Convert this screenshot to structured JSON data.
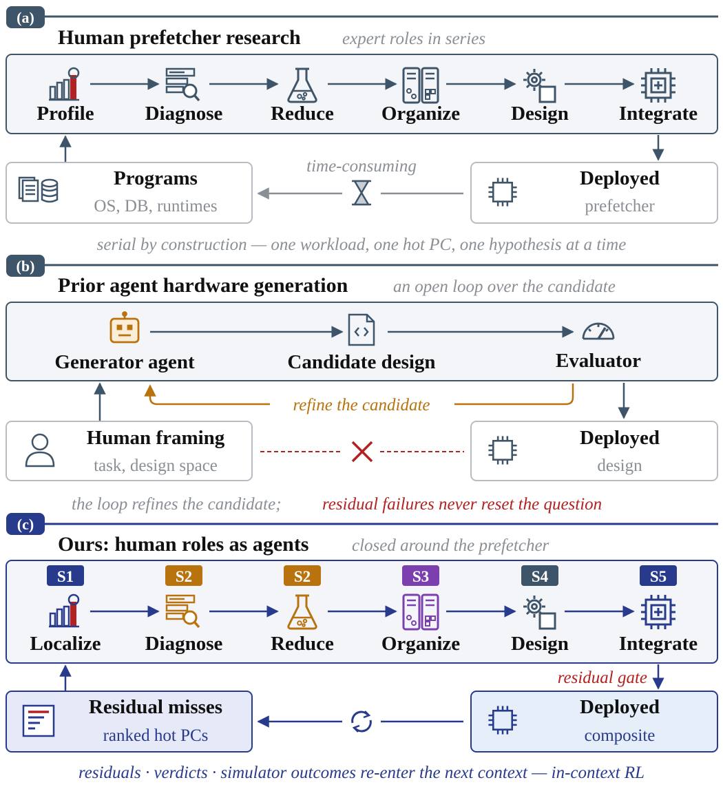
{
  "colors": {
    "slate": "#3e5468",
    "gray_text": "#8a8f96",
    "box_border": "#b8bcc2",
    "navy": "#283a8c",
    "orange": "#b8730e",
    "purple": "#7b3fae",
    "red": "#b22222",
    "panel_fill": "#f4f5f8",
    "highlight_fill": "#e6e9f7",
    "deployed_fill": "#e5eef9"
  },
  "panel_a": {
    "tag": "(a)",
    "title": "Human prefetcher research",
    "subtitle": "expert roles in series",
    "stages": [
      "Profile",
      "Diagnose",
      "Reduce",
      "Organize",
      "Design",
      "Integrate"
    ],
    "icons": [
      "profile-chart-icon",
      "diagnose-magnifier-icon",
      "reduce-flask-icon",
      "organize-cabinet-icon",
      "design-gear-icon",
      "integrate-chip-icon"
    ],
    "programs": {
      "title": "Programs",
      "subtitle": "OS, DB, runtimes",
      "icon": "database-docs-icon"
    },
    "deployed": {
      "title": "Deployed",
      "subtitle": "prefetcher",
      "icon": "chip-icon"
    },
    "loop_label": "time-consuming",
    "loop_icon": "hourglass-icon",
    "footnote": "serial by construction — one workload, one hot PC, one hypothesis at a time"
  },
  "panel_b": {
    "tag": "(b)",
    "title": "Prior agent hardware generation",
    "subtitle": "an open loop over the candidate",
    "nodes": [
      "Generator agent",
      "Candidate design",
      "Evaluator"
    ],
    "icons": [
      "robot-icon",
      "code-file-icon",
      "gauge-icon"
    ],
    "refine_label": "refine the candidate",
    "human": {
      "title": "Human framing",
      "subtitle": "task, design space",
      "icon": "person-icon"
    },
    "deployed": {
      "title": "Deployed",
      "subtitle": "design",
      "icon": "chip-icon"
    },
    "break_icon": "cross-icon",
    "footnote_gray": "the loop refines the candidate;",
    "footnote_red": "residual failures never reset the question"
  },
  "panel_c": {
    "tag": "(c)",
    "title": "Ours: human roles as agents",
    "subtitle": "closed around the prefetcher",
    "badges": [
      "S1",
      "S2",
      "S2",
      "S3",
      "S4",
      "S5"
    ],
    "badge_colors": [
      "#283a8c",
      "#b8730e",
      "#b8730e",
      "#7b3fae",
      "#3e5468",
      "#283a8c"
    ],
    "stages": [
      "Localize",
      "Diagnose",
      "Reduce",
      "Organize",
      "Design",
      "Integrate"
    ],
    "icons": [
      "profile-chart-icon",
      "diagnose-magnifier-icon",
      "reduce-flask-icon",
      "organize-cabinet-icon",
      "design-gear-icon",
      "integrate-chip-icon"
    ],
    "gate_label": "residual gate",
    "residual": {
      "title": "Residual misses",
      "subtitle": "ranked hot PCs",
      "icon": "ranked-list-icon"
    },
    "deployed": {
      "title": "Deployed",
      "subtitle": "composite",
      "icon": "chip-icon"
    },
    "loop_icon": "refresh-icon",
    "footnote": "residuals · verdicts · simulator outcomes re-enter the next context — in-context RL"
  }
}
